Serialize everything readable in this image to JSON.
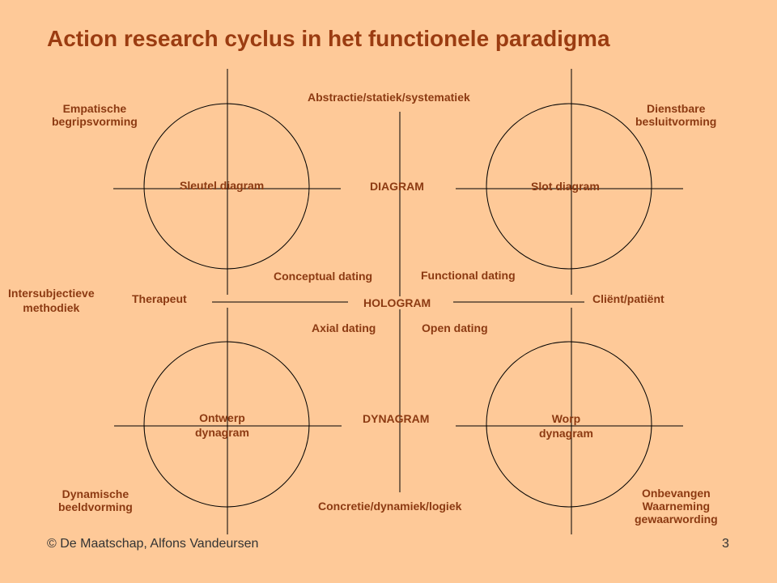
{
  "title": "Action research cyclus in het functionele paradigma",
  "labels": {
    "top_axis": "Abstractie/statiek/systematiek",
    "bottom_axis": "Concretie/dynamiek/logiek",
    "diagram": "DIAGRAM",
    "hologram": "HOLOGRAM",
    "dynagram": "DYNAGRAM",
    "sleutel_diagram": "Sleutel diagram",
    "slot_diagram": "Slot diagram",
    "ontwerp_dynagram": "Ontwerp\ndynagram",
    "worp_dynagram": "Worp\ndynagram",
    "empatische": "Empatische\nbegripsvorming",
    "dienstbare": "Dienstbare\nbesluitvorming",
    "dynamische": "Dynamische\nbeeldvorming",
    "onbevangen": "Onbevangen\nWaarneming\ngewaarwording",
    "intersubjectieve": "Intersubjectieve\nmethodiek",
    "therapeut": "Therapeut",
    "client": "Cliënt/patiënt",
    "conceptual_dating": "Conceptual dating",
    "functional_dating": "Functional dating",
    "axial_dating": "Axial dating",
    "open_dating": "Open dating"
  },
  "footer": {
    "copyright": "© De Maatschap, Alfons Vandeursen",
    "page_number": "3"
  },
  "colors": {
    "background": "#fec998",
    "text": "#8c3a12",
    "line": "#000000"
  }
}
